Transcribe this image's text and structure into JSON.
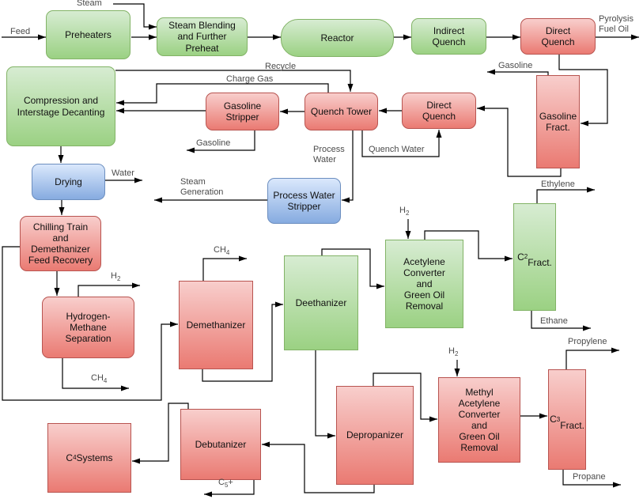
{
  "diagram": {
    "title": "Ethylene plant process flow diagram",
    "colors": {
      "green_fill_top": "#d7ecd2",
      "green_fill_bottom": "#9bd183",
      "green_border": "#82b366",
      "red_fill_top": "#f8cecc",
      "red_fill_bottom": "#ea7a72",
      "red_border": "#b85450",
      "blue_fill_top": "#dae8fc",
      "blue_fill_bottom": "#86abe0",
      "blue_border": "#6c8ebf",
      "line": "#000000",
      "stream_label_text": "#4b4b4b",
      "node_text": "#111111"
    },
    "nodes": {
      "preheaters": "Preheaters",
      "steam_blending": "Steam Blending\nand Further\nPreheat",
      "reactor": "Reactor",
      "indirect_quench": "Indirect\nQuench",
      "direct_quench_1": "Direct\nQuench",
      "compression": "Compression and\nInterstage Decanting",
      "gasoline_stripper": "Gasoline\nStripper",
      "quench_tower": "Quench Tower",
      "direct_quench_2": "Direct\nQuench",
      "gasoline_fract": "Gasoline\nFract.",
      "drying": "Drying",
      "process_water_stripper": "Process Water\nStripper",
      "chilling_train": "Chilling Train\nand\nDemethanizer\nFeed Recovery",
      "hydrogen_methane_separation": "Hydrogen-\nMethane\nSeparation",
      "demethanizer": "Demethanizer",
      "deethanizer": "Deethanizer",
      "acetylene_converter": "Acetylene\nConverter\nand\nGreen Oil\nRemoval",
      "c2_fract": "C~2~\nFract.",
      "depropanizer": "Depropanizer",
      "methyl_acetylene_converter": "Methyl\nAcetylene\nConverter\nand\nGreen Oil\nRemoval",
      "c3_fract": "C~3~\nFract.",
      "debutanizer": "Debutanizer",
      "c4_systems": "C~4~ Systems"
    },
    "stream_labels": {
      "steam": "Steam",
      "feed": "Feed",
      "pyrolysis_fuel_oil": "Pyrolysis\nFuel Oil",
      "recycle": "Recycle",
      "charge_gas": "Charge Gas",
      "gasoline_fract_overhead": "Gasoline",
      "gasoline_stripper_bottoms": "Gasoline",
      "water_from_drying": "Water",
      "process_water": "Process\nWater",
      "quench_water": "Quench Water",
      "steam_generation": "Steam\nGeneration",
      "h2_from_separation": "H~2~",
      "ch4_from_separation": "CH~4~",
      "ch4_from_demethanizer": "CH~4~",
      "h2_to_acetylene_converter": "H~2~",
      "ethylene": "Ethylene",
      "ethane": "Ethane",
      "h2_to_methyl_acetylene_converter": "H~2~",
      "propylene": "Propylene",
      "propane": "Propane",
      "c5_plus": "C~5~+"
    }
  }
}
